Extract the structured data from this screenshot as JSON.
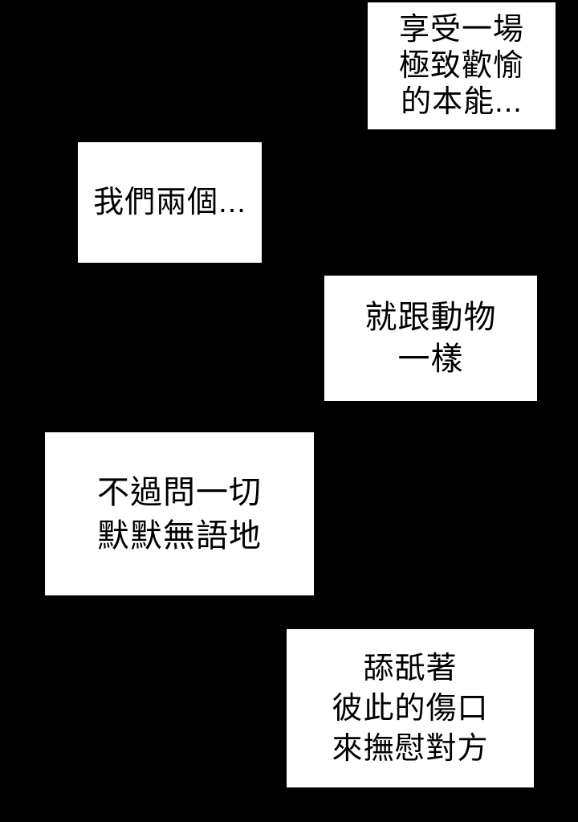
{
  "page": {
    "type": "comic-page",
    "background_color": "#000000",
    "panel_background_color": "#ffffff",
    "text_color": "#000000"
  },
  "panels": [
    {
      "id": "caption-top-right",
      "lines": [
        "享受一場",
        "極致歡愉",
        "的本能..."
      ]
    },
    {
      "id": "caption-upper-left",
      "lines": [
        "我們兩個..."
      ]
    },
    {
      "id": "caption-middle-right",
      "lines": [
        "就跟動物",
        "一樣"
      ]
    },
    {
      "id": "caption-middle-left",
      "lines": [
        "不過問一切",
        "默默無語地"
      ]
    },
    {
      "id": "caption-bottom",
      "lines": [
        "舔舐著",
        "彼此的傷口",
        "來撫慰對方"
      ]
    }
  ]
}
